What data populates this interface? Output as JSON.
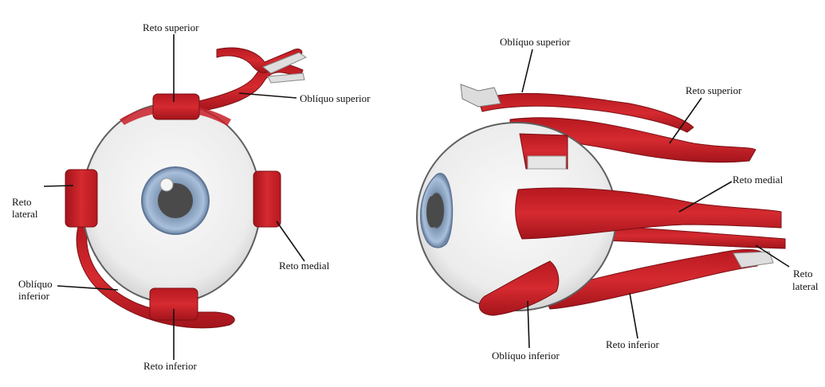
{
  "left_view": {
    "labels": {
      "reto_superior": "Reto superior",
      "obliquo_superior": "Oblíquo superior",
      "reto_lateral_1": "Reto",
      "reto_lateral_2": "lateral",
      "reto_medial": "Reto medial",
      "obliquo_inferior_1": "Oblíquo",
      "obliquo_inferior_2": "inferior",
      "reto_inferior": "Reto inferior"
    }
  },
  "right_view": {
    "labels": {
      "obliquo_superior": "Oblíquo superior",
      "reto_superior": "Reto superior",
      "reto_medial": "Reto medial",
      "reto_lateral_1": "Reto",
      "reto_lateral_2": "lateral",
      "reto_inferior": "Reto inferior",
      "obliquo_inferior": "Oblíquo inferior"
    }
  },
  "colors": {
    "muscle": "#c8202a",
    "muscle_dark": "#8e1218",
    "sclera": "#f1f1f1",
    "outline": "#6b6b6b",
    "iris": "#9fb6d3",
    "pupil": "#4a4a4a",
    "tendon": "#d9d9d9"
  }
}
